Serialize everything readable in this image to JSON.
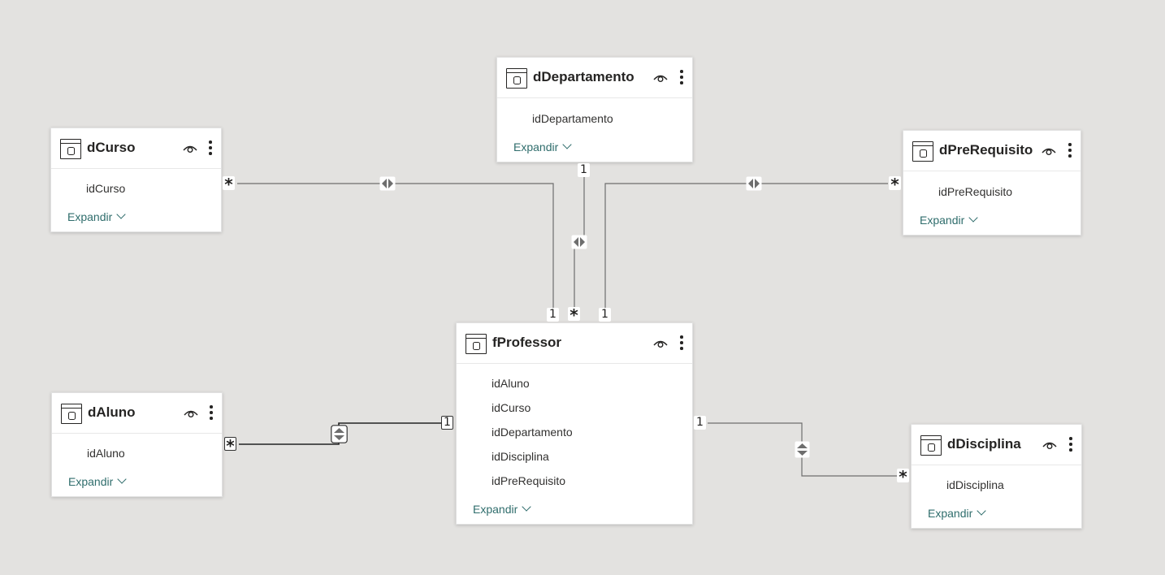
{
  "tables": {
    "dDepartamento": {
      "title": "dDepartamento",
      "fields": [
        "idDepartamento"
      ],
      "expand": "Expandir"
    },
    "dCurso": {
      "title": "dCurso",
      "fields": [
        "idCurso"
      ],
      "expand": "Expandir"
    },
    "dPreRequisito": {
      "title": "dPreRequisito",
      "fields": [
        "idPreRequisito"
      ],
      "expand": "Expandir"
    },
    "fProfessor": {
      "title": "fProfessor",
      "fields": [
        "idAluno",
        "idCurso",
        "idDepartamento",
        "idDisciplina",
        "idPreRequisito"
      ],
      "expand": "Expandir"
    },
    "dAluno": {
      "title": "dAluno",
      "fields": [
        "idAluno"
      ],
      "expand": "Expandir"
    },
    "dDisciplina": {
      "title": "dDisciplina",
      "fields": [
        "idDisciplina"
      ],
      "expand": "Expandir"
    }
  },
  "relationships": {
    "curso": {
      "one": "1",
      "many": "*",
      "filter": "both"
    },
    "departamento": {
      "one": "1",
      "many": "*",
      "filter": "both"
    },
    "prerequisito": {
      "one": "1",
      "many": "*",
      "filter": "both"
    },
    "aluno": {
      "one": "1",
      "many": "*",
      "filter": "both"
    },
    "disciplina": {
      "one": "1",
      "many": "*",
      "filter": "both"
    }
  },
  "colors": {
    "canvas": "#e3e2e0",
    "card": "#ffffff",
    "line": "#6e6e6e",
    "expand_link": "#2f6d6c"
  },
  "icons": {
    "table": "table-icon",
    "visibility": "eye-icon",
    "more": "more-options-icon",
    "expand": "chevron-down-icon",
    "filter_direction": "bidirectional-arrow-icon"
  }
}
